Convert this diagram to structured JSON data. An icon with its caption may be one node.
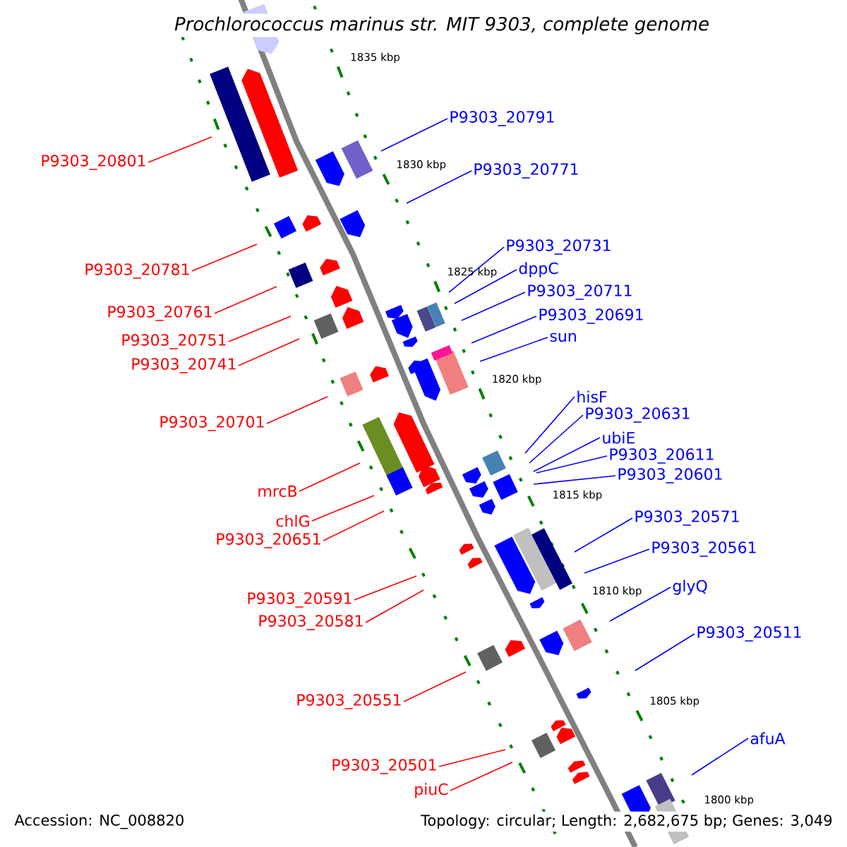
{
  "diagram": {
    "title": "*Prochlorococcus marinus* str. MIT 9303, complete genome",
    "nodes": [
      {
        "text": [
          "P9303_20791"
        ]
      },
      {
        "text": [
          "P9303_20801"
        ]
      },
      {
        "text": [
          "P9303_20771"
        ]
      },
      {
        "text": [
          "P9303_20731"
        ]
      },
      {
        "text": [
          "dppC"
        ]
      },
      {
        "text": [
          "P9303_20781"
        ]
      },
      {
        "text": [
          "P9303_20711"
        ]
      },
      {
        "text": [
          "P9303_20761"
        ]
      },
      {
        "text": [
          "P9303_20691"
        ]
      },
      {
        "text": [
          "sun"
        ]
      },
      {
        "text": [
          "P9303_20751"
        ]
      },
      {
        "text": [
          "P9303_20741"
        ]
      },
      {
        "text": [
          "hisF"
        ]
      },
      {
        "text": [
          "P9303_20631"
        ]
      },
      {
        "text": [
          "P9303_20701"
        ]
      },
      {
        "text": [
          "ubiE"
        ]
      },
      {
        "text": [
          "P9303_20611"
        ]
      },
      {
        "text": [
          "P9303_20601"
        ]
      },
      {
        "text": [
          "mrcB"
        ]
      },
      {
        "text": [
          "P9303_20571"
        ]
      },
      {
        "text": [
          "chlG"
        ]
      },
      {
        "text": [
          "P9303_20651"
        ]
      },
      {
        "text": [
          "P9303_20561"
        ]
      },
      {
        "text": [
          "glyQ"
        ]
      },
      {
        "text": [
          "P9303_20591"
        ]
      },
      {
        "text": [
          "P9303_20581"
        ]
      },
      {
        "text": [
          "P9303_20511"
        ]
      },
      {
        "text": [
          "P9303_20551"
        ]
      },
      {
        "text": [
          "afuA"
        ]
      },
      {
        "text": [
          "P9303_20501"
        ]
      },
      {
        "text": [
          "piuC"
        ]
      }
    ],
    "edges": [
      {
        "from": 0,
        "to": null,
        "arrow": "none"
      },
      {
        "from": 1,
        "to": null,
        "arrow": "none",
        "color": "#ff0000"
      },
      {
        "from": 2,
        "to": null,
        "arrow": "none"
      },
      {
        "from": 3,
        "to": null,
        "arrow": "none"
      },
      {
        "from": 4,
        "to": null,
        "arrow": "none"
      },
      {
        "from": 5,
        "to": null,
        "arrow": "none",
        "color": "#ff0000"
      },
      {
        "from": 6,
        "to": null,
        "arrow": "none"
      },
      {
        "from": 7,
        "to": null,
        "arrow": "none",
        "color": "#ff0000"
      },
      {
        "from": 8,
        "to": null,
        "arrow": "none"
      },
      {
        "from": 9,
        "to": null,
        "arrow": "none"
      },
      {
        "from": 10,
        "to": null,
        "arrow": "none",
        "color": "#ff0000"
      },
      {
        "from": 11,
        "to": null,
        "arrow": "none",
        "color": "#ff0000"
      },
      {
        "from": 12,
        "to": null,
        "arrow": "none"
      },
      {
        "from": 13,
        "to": null,
        "arrow": "none"
      },
      {
        "from": 14,
        "to": null,
        "arrow": "none",
        "color": "#ff0000"
      },
      {
        "from": 15,
        "to": null,
        "arrow": "none"
      },
      {
        "from": 16,
        "to": null,
        "arrow": "none"
      },
      {
        "from": 17,
        "to": null,
        "arrow": "none"
      },
      {
        "from": 18,
        "to": null,
        "arrow": "none",
        "color": "#ff0000"
      },
      {
        "from": 19,
        "to": null,
        "arrow": "none"
      },
      {
        "from": 20,
        "to": null,
        "arrow": "none",
        "color": "#ff0000"
      },
      {
        "from": 21,
        "to": null,
        "arrow": "none",
        "color": "#ff0000"
      },
      {
        "from": 22,
        "to": null,
        "arrow": "none"
      },
      {
        "from": 23,
        "to": null,
        "arrow": "none"
      },
      {
        "from": 24,
        "to": null,
        "arrow": "none",
        "color": "#ff0000"
      },
      {
        "from": 25,
        "to": null,
        "arrow": "none",
        "color": "#ff0000"
      },
      {
        "from": 26,
        "to": null,
        "arrow": "none"
      },
      {
        "from": 27,
        "to": null,
        "arrow": "none",
        "color": "#ff0000"
      },
      {
        "from": 28,
        "to": null,
        "arrow": "none"
      },
      {
        "from": 29,
        "to": null,
        "arrow": "none",
        "color": "#ff0000"
      },
      {
        "from": 30,
        "to": null,
        "arrow": "none",
        "color": "#ff0000"
      }
    ],
    "labels": [
      "1835 kbp",
      "1830 kbp",
      "1825 kbp",
      "1820 kbp",
      "1815 kbp",
      "1810 kbp",
      "1805 kbp",
      "1800 kbp",
      "Accession: NC_008820",
      "Topology: circular; Length: 2,682,675 bp; Genes: 3,049"
    ]
  }
}
